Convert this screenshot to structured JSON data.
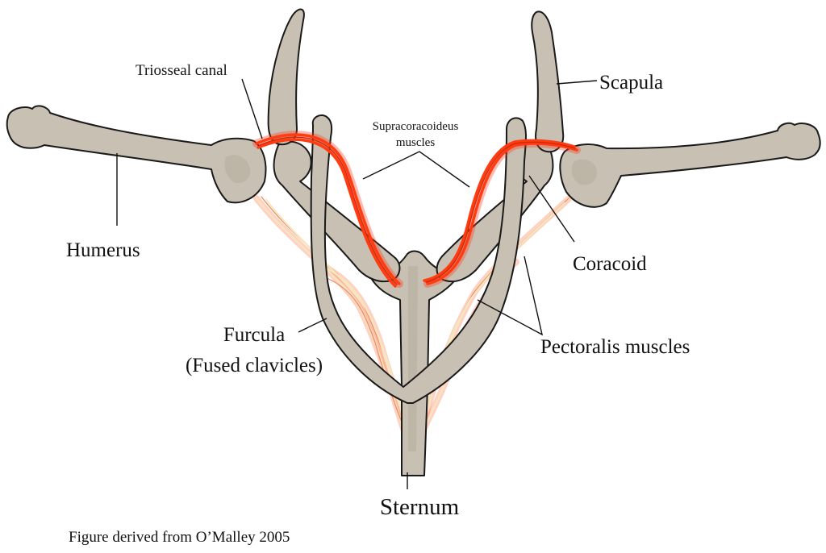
{
  "figure": {
    "labels": {
      "triosseal_canal": "Triosseal canal",
      "scapula": "Scapula",
      "supracoracoideus_line1": "Supracoracoideus",
      "supracoracoideus_line2": "muscles",
      "humerus": "Humerus",
      "coracoid": "Coracoid",
      "furcula_line1": "Furcula",
      "furcula_line2": "(Fused clavicles)",
      "pectoralis": "Pectoralis muscles",
      "sternum": "Sternum"
    },
    "caption": "Figure derived from O’Malley 2005",
    "colors": {
      "bone": "#c8c0b2",
      "supracoracoideus": "#ff3b12",
      "pectoralis": "#f6e6c0",
      "outline": "#1a1a1a"
    }
  }
}
